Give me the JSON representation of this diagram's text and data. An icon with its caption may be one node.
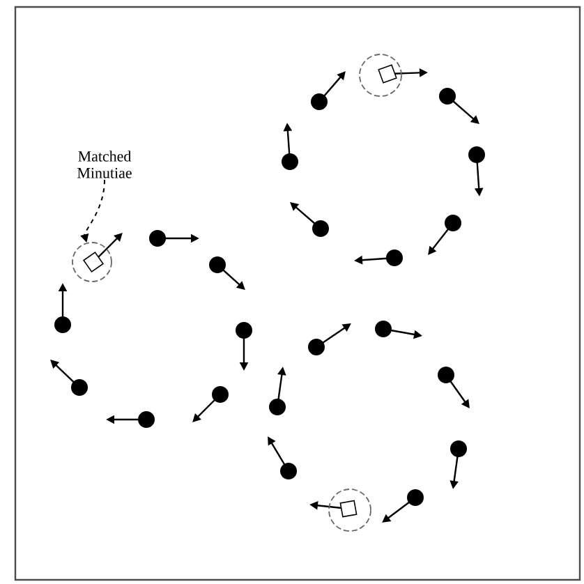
{
  "diagram": {
    "nodes": [
      {
        "text": [
          "Matched Minutiae"
        ]
      },
      {
        "text": [],
        "shape": "circle"
      }
    ],
    "edges": [
      {
        "from": 0,
        "to": 1,
        "arrow": "to",
        "style": "dashed"
      }
    ]
  }
}
